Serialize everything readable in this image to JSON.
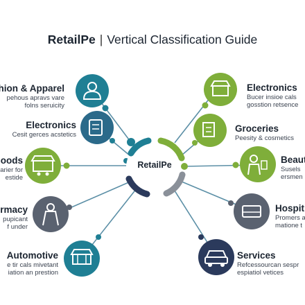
{
  "title": {
    "brand": "RetailPe",
    "separator": "|",
    "text": "Vertical Classification Guide"
  },
  "center": {
    "label": "RetailPe"
  },
  "colors": {
    "teal": "#1f7f94",
    "green": "#7fae3a",
    "navy": "#2b3a5c",
    "slate": "#5a6270",
    "line": "#5b8fa6"
  },
  "nodes": [
    {
      "id": "fashion",
      "title": "shion & Apparel",
      "sub1": "pehous apravs vare",
      "sub2": "folns seruicity",
      "icon": "person-icon",
      "color": "teal"
    },
    {
      "id": "electronics-left",
      "title": "Electronics",
      "sub1": "Cesit gerces acstetics",
      "sub2": "",
      "icon": "box-icon",
      "color": "teal"
    },
    {
      "id": "goods",
      "title": "oods",
      "sub1": "arier for",
      "sub2": "estide",
      "icon": "store-icon",
      "color": "green"
    },
    {
      "id": "pharmacy",
      "title": "rmacy",
      "sub1": "pupicant",
      "sub2": "f under",
      "icon": "figure-icon",
      "color": "slate"
    },
    {
      "id": "automotive",
      "title": "Automotive",
      "sub1": "e tir cals mivetant",
      "sub2": "iation an prestion",
      "icon": "shop-icon",
      "color": "teal"
    },
    {
      "id": "electronics-right",
      "title": "Electronics",
      "sub1": "Bucer insioe cals",
      "sub2": "gosstion retsence",
      "icon": "storefront-icon",
      "color": "green"
    },
    {
      "id": "groceries",
      "title": "Groceries",
      "sub1": "Peesity & cosmetics",
      "sub2": "",
      "icon": "cart-icon",
      "color": "green"
    },
    {
      "id": "beauty",
      "title": "Beaut",
      "sub1": "Susels",
      "sub2": "ersmen",
      "icon": "worker-icon",
      "color": "green"
    },
    {
      "id": "hospitality",
      "title": "Hospit",
      "sub1": "Promers a",
      "sub2": "matione t",
      "icon": "bed-icon",
      "color": "slate"
    },
    {
      "id": "services",
      "title": "Services",
      "sub1": "Refcessourcan sespr",
      "sub2": "espiatiol vetices",
      "icon": "car-icon",
      "color": "navy"
    }
  ]
}
